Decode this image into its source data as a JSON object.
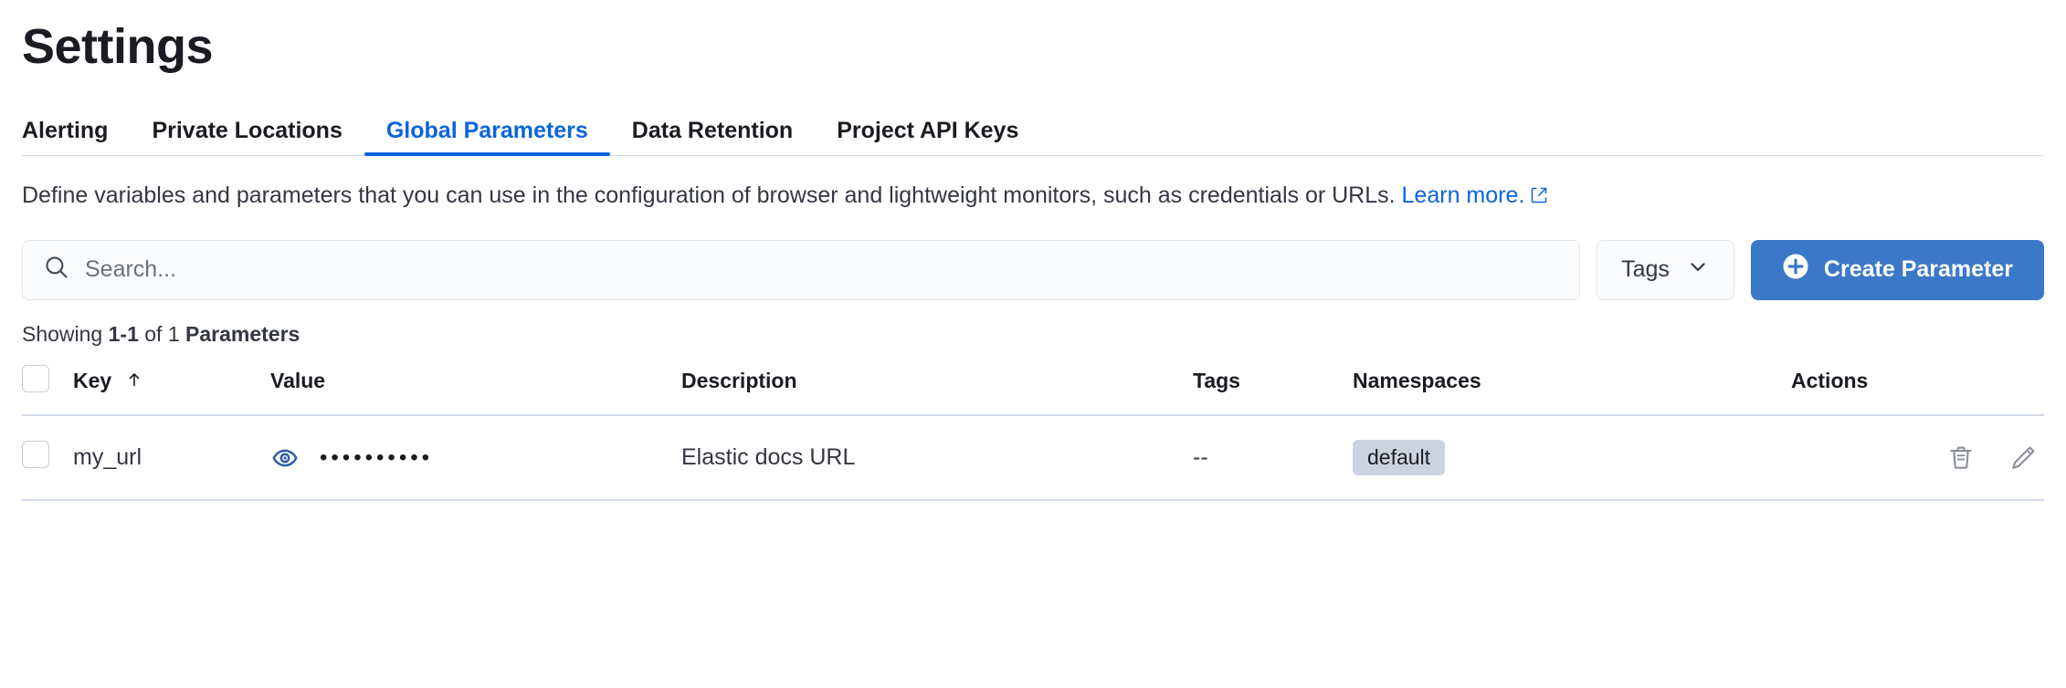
{
  "header": {
    "title": "Settings"
  },
  "tabs": [
    {
      "label": "Alerting",
      "active": false
    },
    {
      "label": "Private Locations",
      "active": false
    },
    {
      "label": "Global Parameters",
      "active": true
    },
    {
      "label": "Data Retention",
      "active": false
    },
    {
      "label": "Project API Keys",
      "active": false
    }
  ],
  "description": {
    "text": "Define variables and parameters that you can use in the configuration of browser and lightweight monitors, such as credentials or URLs.",
    "link_label": "Learn more.",
    "link_icon": "external-link-icon"
  },
  "controls": {
    "search": {
      "placeholder": "Search...",
      "value": "",
      "icon": "search-icon"
    },
    "tags_filter": {
      "label": "Tags",
      "icon": "chevron-down-icon"
    },
    "create_button": {
      "label": "Create Parameter",
      "icon": "plus-circle-icon",
      "color": "#3b78c7"
    }
  },
  "results": {
    "prefix": "Showing",
    "range": "1-1",
    "middle": "of 1",
    "noun": "Parameters"
  },
  "table": {
    "columns": [
      {
        "key": "select",
        "label": "",
        "icon": "checkbox-icon"
      },
      {
        "key": "key",
        "label": "Key",
        "sort": "asc",
        "sort_icon": "arrow-up-icon"
      },
      {
        "key": "value",
        "label": "Value"
      },
      {
        "key": "description",
        "label": "Description"
      },
      {
        "key": "tags",
        "label": "Tags"
      },
      {
        "key": "namespaces",
        "label": "Namespaces"
      },
      {
        "key": "actions",
        "label": "Actions"
      }
    ],
    "rows": [
      {
        "selected": false,
        "key": "my_url",
        "value_icon": "eye-icon",
        "value_masked": "••••••••••",
        "description": "Elastic docs URL",
        "tags": "--",
        "namespaces": [
          "default"
        ],
        "actions": [
          "trash-icon",
          "pencil-icon"
        ]
      }
    ]
  },
  "colors": {
    "accent": "#0b64dd",
    "primary_button": "#3b78c7",
    "badge_bg": "#ccd2e0",
    "border": "#d3dae6",
    "text": "#1a1c21",
    "muted_text": "#6a717d"
  }
}
